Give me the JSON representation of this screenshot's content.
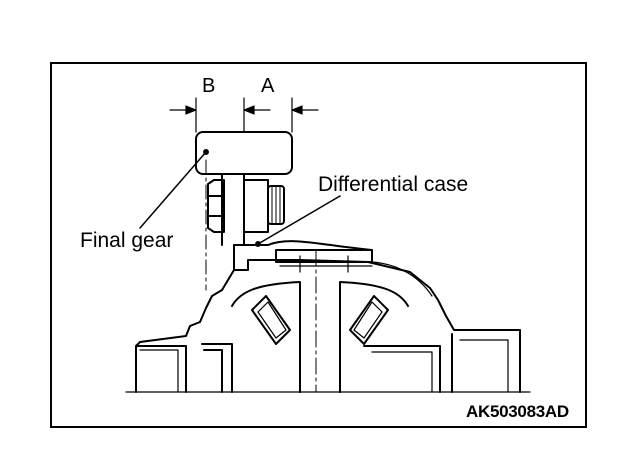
{
  "figure": {
    "labels": {
      "dimension_b": "B",
      "dimension_a": "A",
      "differential_case": "Differential case",
      "final_gear": "Final gear"
    },
    "figure_code": "AK503083AD"
  }
}
